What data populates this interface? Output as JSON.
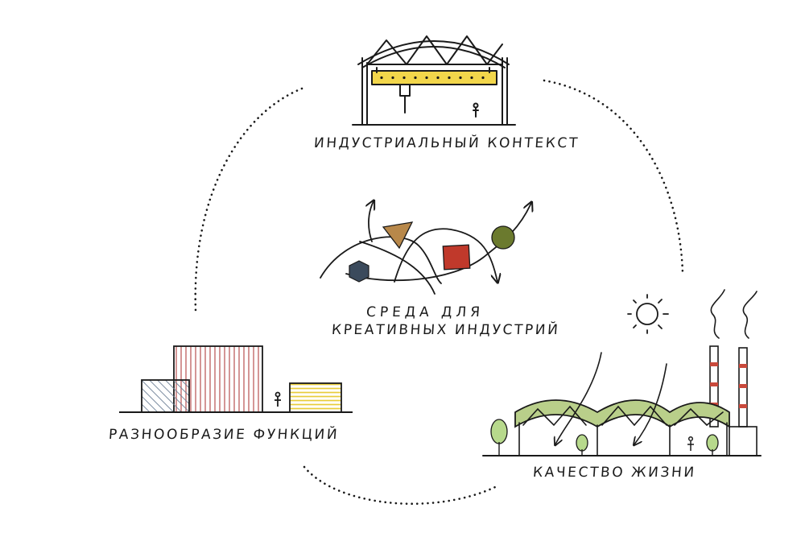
{
  "labels": {
    "industrial_context": "ИНДУСТРИАЛЬНЫЙ КОНТЕКСТ",
    "creative_line1": "СРЕДА ДЛЯ",
    "creative_line2": "КРЕАТИВНЫХ ИНДУСТРИЙ",
    "diversity": "РАЗНООБРАЗИЕ ФУНКЦИЙ",
    "quality_of_life": "КАЧЕСТВО ЖИЗНИ"
  },
  "colors": {
    "ink": "#1a1a1a",
    "crane_yellow": "#f2d64b",
    "hexagon_blue": "#3b4a5c",
    "triangle_brown": "#b8884a",
    "square_red": "#c0392b",
    "circle_olive": "#6b7a2e",
    "stripe_red": "#c97b7b",
    "stripe_blue": "#6d7f96",
    "stripe_yellow": "#e8cc3a",
    "roof_green": "#b9cf8a",
    "tree_green": "#b7d98c",
    "chimney_red": "#c94a3c"
  },
  "icons": [
    "industrial-hall-icon",
    "sun-icon",
    "factory-chimney-icon",
    "person-icon",
    "tree-icon"
  ]
}
